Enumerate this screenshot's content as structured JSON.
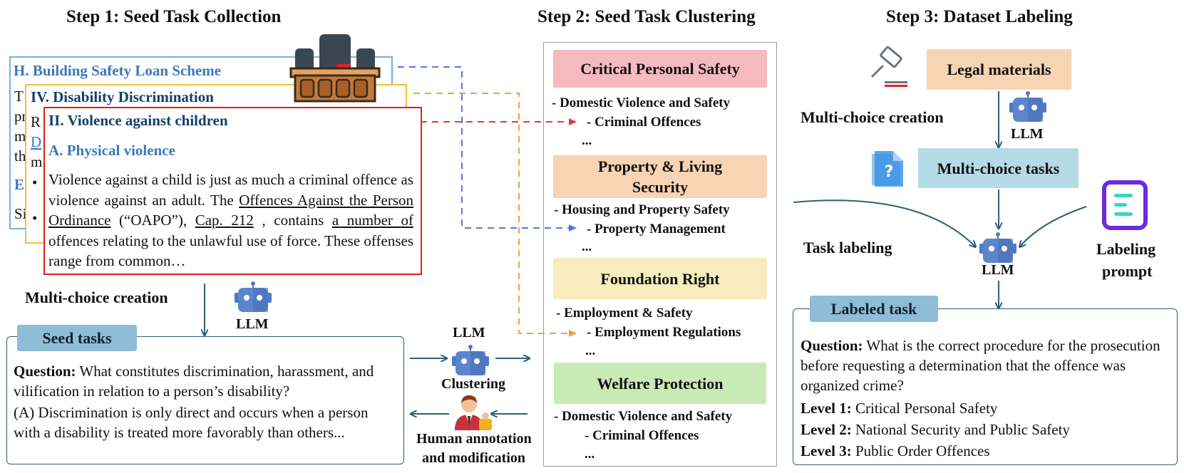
{
  "steps": {
    "step1": "Step 1: Seed Task Collection",
    "step2": "Step 2: Seed Task Clustering",
    "step3": "Step 3: Dataset Labeling"
  },
  "docs": {
    "h_title": "H. Building Safety Loan Scheme",
    "iv_title": "IV. Disability Discrimination",
    "ii_title": "II. Violence against children",
    "ii_subtitle": "A. Physical violence",
    "ii_p1": "Violence against a child is just as much a criminal offence as violence against an adult. The ",
    "ii_link1": "Offences Against the Person Ordinance",
    "ii_p2": " (“OAPO”), ",
    "ii_link2": "Cap. 212",
    "ii_p3": " , contains ",
    "ii_link3": "a number of",
    "ii_p4": " offences relating to the unlawful use of force. These offenses range from common…",
    "peek_h1": "T",
    "peek_h2": "pr",
    "peek_h3": "m",
    "peek_h4": "th",
    "peek_h5": "E",
    "peek_h6": "Si",
    "peek_iv1": "R",
    "peek_iv2": "D",
    "peek_iv3": "m",
    "peek_iv4": "•",
    "peek_iv5": "•"
  },
  "step1": {
    "mc_label": "Multi-choice creation",
    "llm": "LLM",
    "seed_tag": "Seed tasks",
    "question_label": "Question:",
    "question_text": " What constitutes discrimination, harassment, and vilification in relation to a person’s disability?",
    "option_a": "(A) Discrimination is only direct and occurs when a person with a disability is treated more favorably than others..."
  },
  "middle": {
    "llm": "LLM",
    "clustering": "Clustering",
    "human1": "Human annotation",
    "human2": "and modification"
  },
  "step2": {
    "cat1": "Critical Personal Safety",
    "cat1_sub1": "- Domestic Violence and Safety",
    "cat1_sub2": "- Criminal Offences",
    "cat1_sub3": "...",
    "cat2": "Property & Living Security",
    "cat2_sub1": "- Housing and Property Safety",
    "cat2_sub2": "- Property Management",
    "cat2_sub3": "...",
    "cat3": "Foundation Right",
    "cat3_sub1": "- Employment & Safety",
    "cat3_sub2": "- Employment Regulations",
    "cat3_sub3": "...",
    "cat4": "Welfare Protection",
    "cat4_sub1": "- Domestic Violence and Safety",
    "cat4_sub2": "- Criminal Offences",
    "cat4_sub3": "..."
  },
  "step3": {
    "legal": "Legal materials",
    "mc_label": "Multi-choice creation",
    "llm1": "LLM",
    "mc_tasks": "Multi-choice tasks",
    "task_label": "Task labeling",
    "llm2": "LLM",
    "prompt1": "Labeling",
    "prompt2": "prompt",
    "labeled_tag": "Labeled task",
    "q_label": "Question:",
    "q_text": " What is the correct procedure for the prosecution before requesting a determination that the offence was organized crime?",
    "l1_label": "Level 1:",
    "l1_text": " Critical Personal Safety",
    "l2_label": "Level 2:",
    "l2_text": " National Security and Public Safety",
    "l3_label": "Level 3:",
    "l3_text": " Public Order Offences"
  },
  "colors": {
    "cat1": "#f6b9bd",
    "cat2": "#f8d4b4",
    "cat3": "#f7ecbd",
    "cat4": "#c8ebb5",
    "legal": "#f8d4b4",
    "mc_tasks": "#b4dbe6",
    "tag": "#8fbcd6",
    "arrow_dark": "#2e5f7a",
    "dash_red": "#e23b3b",
    "dash_orange": "#f0a040",
    "dash_blue": "#4f78e0",
    "heading_blue": "#3d78b8",
    "heading_dark": "#123f6a",
    "bot": "#4f7ac4"
  }
}
